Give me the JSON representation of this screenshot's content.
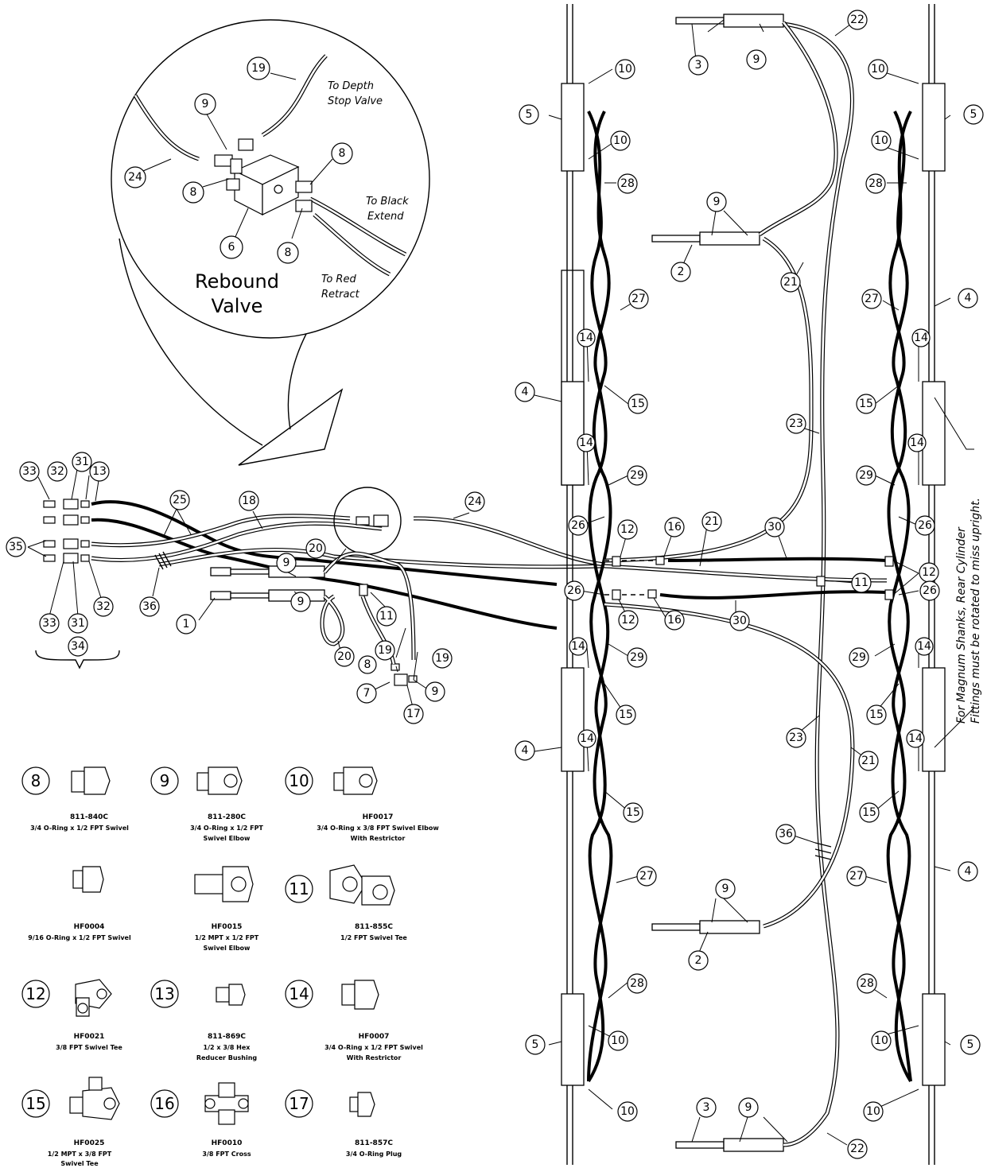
{
  "callouts": {
    "8": "8",
    "9": "9",
    "10": "10",
    "1": "1",
    "2": "2",
    "3": "3",
    "4": "4",
    "5": "5",
    "6": "6",
    "7": "7",
    "11": "11",
    "12": "12",
    "13": "13",
    "14": "14",
    "15": "15",
    "16": "16",
    "17": "17",
    "18": "18",
    "19": "19",
    "20": "20",
    "21": "21",
    "22": "22",
    "23": "23",
    "24": "24",
    "25": "25",
    "26": "26",
    "27": "27",
    "28": "28",
    "29": "29",
    "30": "30",
    "31": "31",
    "32": "32",
    "33": "33",
    "34": "34",
    "35": "35",
    "36": "36"
  },
  "detail": {
    "title_line1": "Rebound",
    "title_line2": "Valve",
    "note_depth_1": "To Depth",
    "note_depth_2": "Stop Valve",
    "note_black_1": "To Black",
    "note_black_2": "Extend",
    "note_red_1": "To Red",
    "note_red_2": "Retract"
  },
  "side_note": {
    "line1": "For Magnum Shanks, Rear Cylinder",
    "line2": "Fittings must be rotated to miss upright."
  },
  "parts": [
    {
      "num": "8",
      "pn": "811-840C",
      "desc1": "3/4 O-Ring x 1/2 FPT Swivel",
      "desc2": "",
      "desc3": ""
    },
    {
      "num": "9",
      "pn": "811-280C",
      "desc1": "3/4 O-Ring x 1/2 FPT",
      "desc2": "Swivel Elbow",
      "desc3": ""
    },
    {
      "num": "10",
      "pn": "HF0017",
      "desc1": "3/4 O-Ring x 3/8 FPT Swivel Elbow",
      "desc2": "With Restrictor",
      "desc3": ""
    },
    {
      "num": "",
      "pn": "HF0004",
      "desc1": "9/16 O-Ring x 1/2 FPT Swivel",
      "desc2": "",
      "desc3": ""
    },
    {
      "num": "",
      "pn": "HF0015",
      "desc1": "1/2 MPT x 1/2 FPT",
      "desc2": "Swivel Elbow",
      "desc3": ""
    },
    {
      "num": "11",
      "pn": "811-855C",
      "desc1": "1/2 FPT Swivel Tee",
      "desc2": "",
      "desc3": ""
    },
    {
      "num": "12",
      "pn": "HF0021",
      "desc1": "3/8 FPT Swivel Tee",
      "desc2": "",
      "desc3": ""
    },
    {
      "num": "13",
      "pn": "811-869C",
      "desc1": "1/2  x 3/8 Hex",
      "desc2": "Reducer Bushing",
      "desc3": ""
    },
    {
      "num": "14",
      "pn": "HF0007",
      "desc1": "3/4 O-Ring x 1/2 FPT Swivel",
      "desc2": "With Restrictor",
      "desc3": ""
    },
    {
      "num": "15",
      "pn": "HF0025",
      "desc1": "1/2 MPT x 3/8 FPT",
      "desc2": "Swivel Tee",
      "desc3": ""
    },
    {
      "num": "16",
      "pn": "HF0010",
      "desc1": "3/8 FPT Cross",
      "desc2": "",
      "desc3": ""
    },
    {
      "num": "17",
      "pn": "811-857C",
      "desc1": "3/4 O-Ring Plug",
      "desc2": "",
      "desc3": ""
    }
  ]
}
